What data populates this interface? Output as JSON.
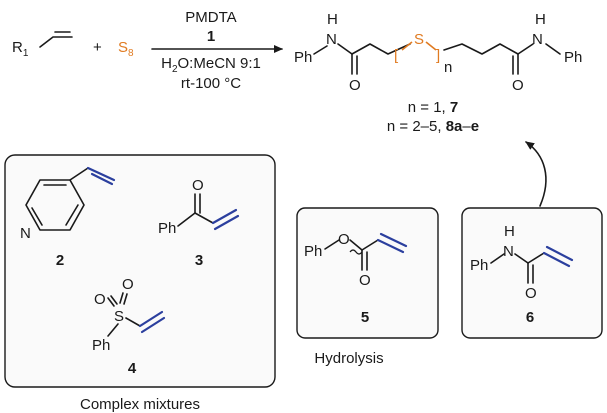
{
  "colors": {
    "alkene": "#2b3f9e",
    "sulfur": "#e07b22",
    "ink": "#1a1a1a"
  },
  "reaction": {
    "reactant_R": "R",
    "reactant_R_sub": "1",
    "plus": "+",
    "sulfur": "S",
    "sulfur_sub": "8",
    "reagent": "PMDTA",
    "catalyst_label": "1",
    "solvent_pre": "H",
    "solvent_sub": "2",
    "solvent_post": "O:MeCN 9:1",
    "temperature": "rt-100 °C"
  },
  "product": {
    "left_Ph": "Ph",
    "left_H": "H",
    "left_N": "N",
    "left_O": "O",
    "S": "S",
    "n": "n",
    "right_N": "N",
    "right_H": "H",
    "right_Ph": "Ph",
    "right_O": "O",
    "line1_text": "n = 1, ",
    "line1_bold": "7",
    "line2_text": "n = 2–5, ",
    "line2_bold_a": "8a",
    "line2_dash": "–",
    "line2_bold_b": "e"
  },
  "compounds": {
    "c2": {
      "N": "N",
      "label": "2"
    },
    "c3": {
      "Ph": "Ph",
      "O": "O",
      "label": "3"
    },
    "c4": {
      "Ph": "Ph",
      "S": "S",
      "O1": "O",
      "O2": "O",
      "label": "4"
    },
    "c5": {
      "Ph": "Ph",
      "O_ether": "O",
      "O_carbonyl": "O",
      "label": "5"
    },
    "c6": {
      "Ph": "Ph",
      "H": "H",
      "N": "N",
      "O": "O",
      "label": "6"
    }
  },
  "captions": {
    "complex": "Complex mixtures",
    "hydrolysis": "Hydrolysis"
  }
}
